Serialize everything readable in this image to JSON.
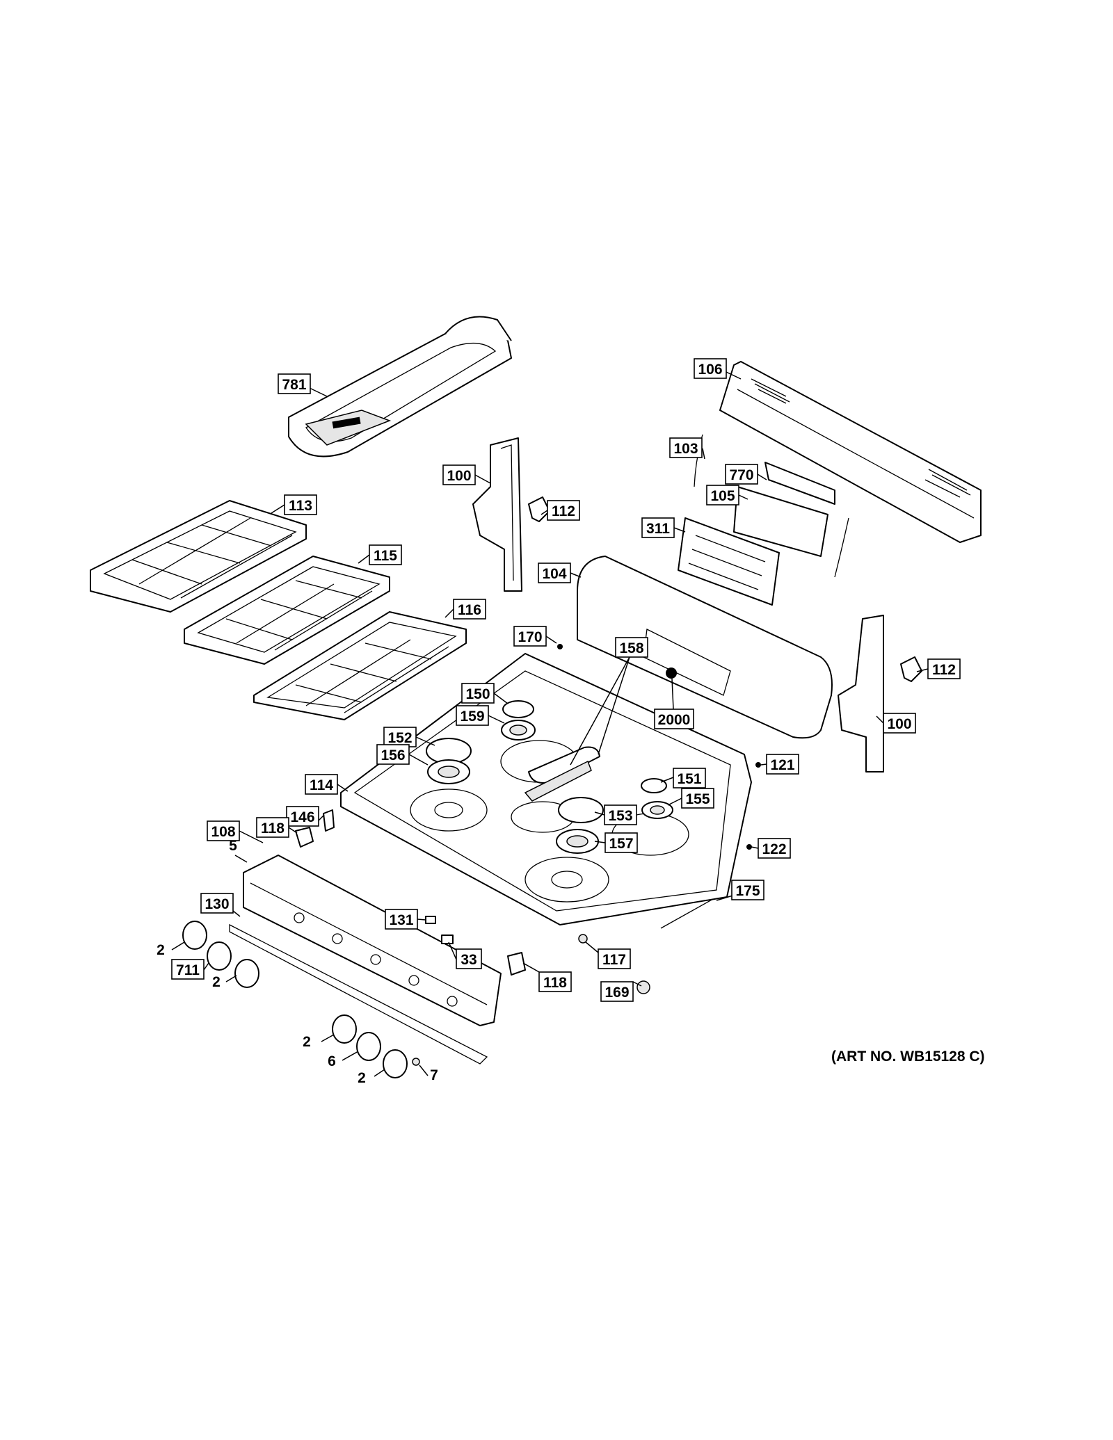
{
  "art_number": "(ART NO. WB15128 C)",
  "callouts": [
    {
      "id": "781",
      "label": "781"
    },
    {
      "id": "106",
      "label": "106"
    },
    {
      "id": "103",
      "label": "103"
    },
    {
      "id": "770",
      "label": "770"
    },
    {
      "id": "105",
      "label": "105"
    },
    {
      "id": "311",
      "label": "311"
    },
    {
      "id": "100a",
      "label": "100"
    },
    {
      "id": "112a",
      "label": "112"
    },
    {
      "id": "113",
      "label": "113"
    },
    {
      "id": "115",
      "label": "115"
    },
    {
      "id": "116",
      "label": "116"
    },
    {
      "id": "104",
      "label": "104"
    },
    {
      "id": "170",
      "label": "170"
    },
    {
      "id": "112b",
      "label": "112"
    },
    {
      "id": "150",
      "label": "150"
    },
    {
      "id": "158",
      "label": "158"
    },
    {
      "id": "159",
      "label": "159"
    },
    {
      "id": "2000",
      "label": "2000"
    },
    {
      "id": "100b",
      "label": "100"
    },
    {
      "id": "152",
      "label": "152"
    },
    {
      "id": "156",
      "label": "156"
    },
    {
      "id": "121",
      "label": "121"
    },
    {
      "id": "151",
      "label": "151"
    },
    {
      "id": "114",
      "label": "114"
    },
    {
      "id": "155",
      "label": "155"
    },
    {
      "id": "146",
      "label": "146"
    },
    {
      "id": "118a",
      "label": "118"
    },
    {
      "id": "153",
      "label": "153"
    },
    {
      "id": "108",
      "label": "108"
    },
    {
      "id": "122",
      "label": "122"
    },
    {
      "id": "157",
      "label": "157"
    },
    {
      "id": "175",
      "label": "175"
    },
    {
      "id": "130",
      "label": "130"
    },
    {
      "id": "131",
      "label": "131"
    },
    {
      "id": "33",
      "label": "33"
    },
    {
      "id": "117",
      "label": "117"
    },
    {
      "id": "118b",
      "label": "118"
    },
    {
      "id": "711",
      "label": "711"
    },
    {
      "id": "169",
      "label": "169"
    }
  ],
  "plain_labels": [
    {
      "id": "5",
      "label": "5"
    },
    {
      "id": "2a",
      "label": "2"
    },
    {
      "id": "2b",
      "label": "2"
    },
    {
      "id": "2c",
      "label": "2"
    },
    {
      "id": "6",
      "label": "6"
    },
    {
      "id": "2d",
      "label": "2"
    },
    {
      "id": "7",
      "label": "7"
    }
  ]
}
